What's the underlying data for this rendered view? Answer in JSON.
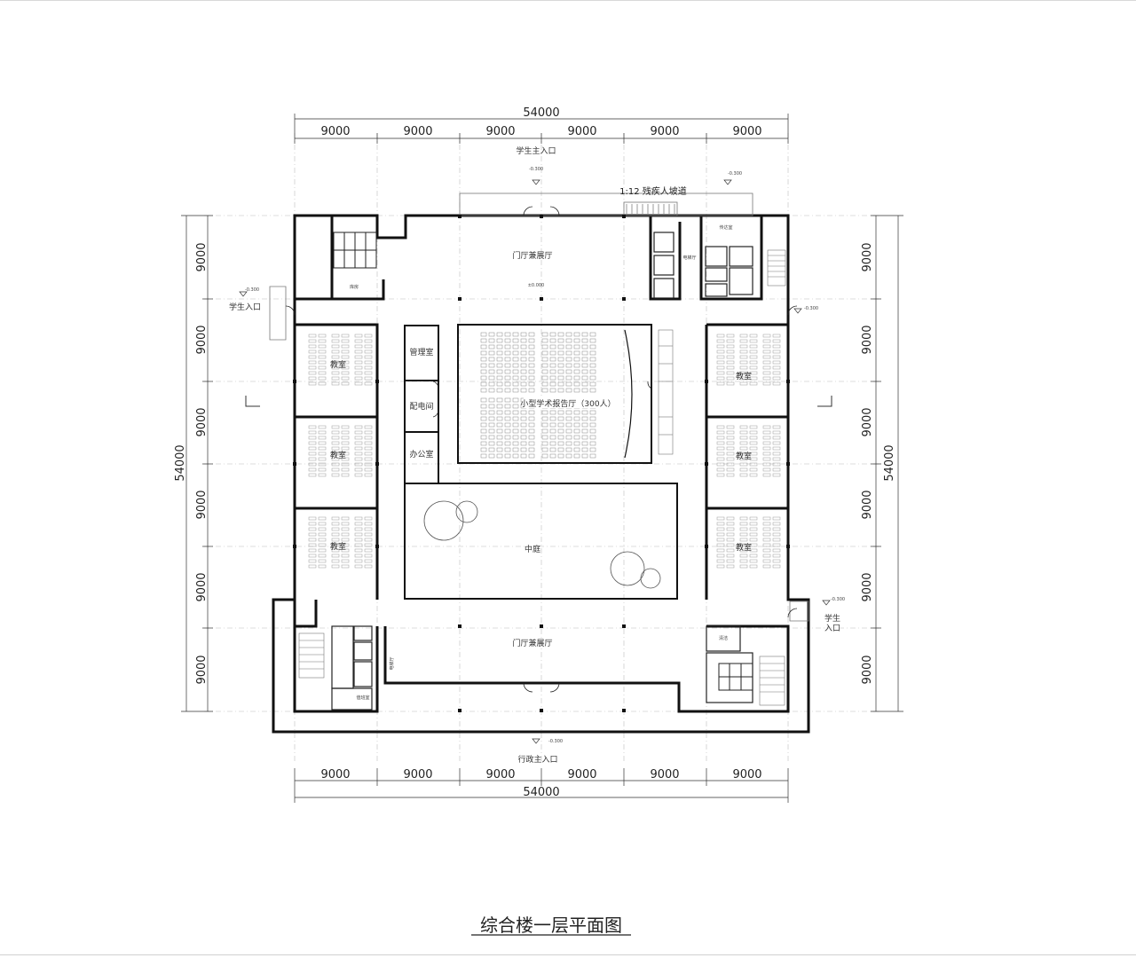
{
  "title": "综合楼一层平面图",
  "dimensions": {
    "total_top": "54000",
    "total_bottom": "54000",
    "total_left": "54000",
    "total_right": "54000",
    "bay": "9000"
  },
  "entrances": {
    "student_main": "学生主入口",
    "student_left": "学生入口",
    "student_right_line1": "学生",
    "student_right_line2": "入口",
    "admin_main": "行政主入口",
    "ramp": "1:12 残疾人坡道"
  },
  "rooms": {
    "lobby_top": "门厅兼展厅",
    "lobby_bottom": "门厅兼展厅",
    "classroom": "教室",
    "management": "管理室",
    "power_room": "配电间",
    "office": "办公室",
    "courtyard": "中庭",
    "auditorium": "小型学术报告厅（300人）",
    "elevator_hall": "电梯厅",
    "elevator_hall_b": "电梯厅",
    "wash_room": "清洁",
    "storage": "库房",
    "reception": "传达室",
    "duty": "值班室"
  },
  "levels": {
    "top_entry": "-0.300",
    "top_right": "-0.300",
    "lobby": "±0.000",
    "left_entry": "-0.300",
    "right_entry": "-0.300",
    "right_lower_entry": "-0.300",
    "bottom_entry": "-0.300"
  }
}
